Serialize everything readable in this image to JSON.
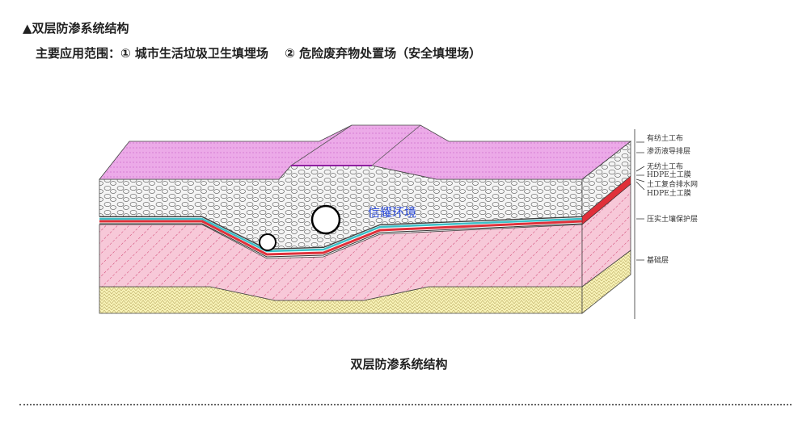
{
  "header": {
    "title": "▲双层防渗系统结构",
    "scope": "主要应用范围：① 城市生活垃圾卫生填埋场 　② 危险废弃物处置场（安全填埋场）"
  },
  "diagram": {
    "watermark": "信耀环境",
    "layers": [
      "有纺土工布",
      "渗沥液导排层",
      "无纺土工布",
      "HDPE土工膜",
      "土工复合排水网",
      "HDPE土工膜",
      "压实土壤保护层",
      "基础层"
    ],
    "caption": "双层防渗系统结构",
    "colors": {
      "top": "#e9a0e6",
      "gravel": "#f2f2f2",
      "liner": "#e0303a",
      "drain": "#3cc0c8",
      "soil": "#f2b8cc",
      "base": "#f8f3b0"
    }
  }
}
